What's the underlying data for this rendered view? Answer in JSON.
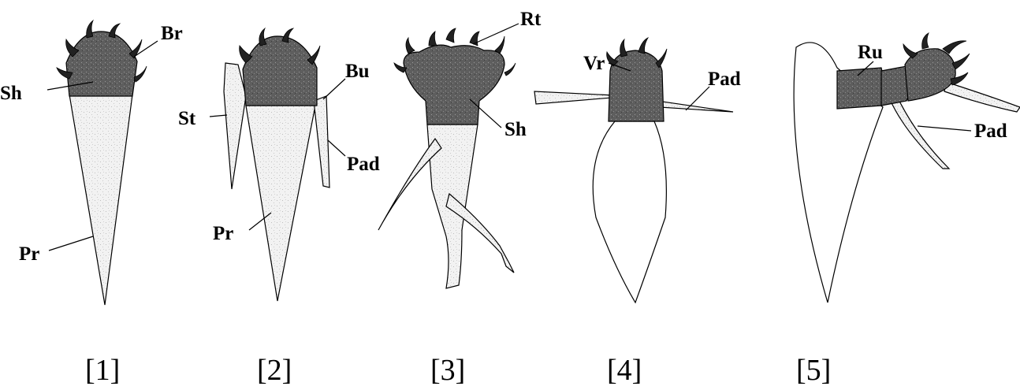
{
  "figure": {
    "panels": [
      {
        "caption": "[1]",
        "labels": [
          "Br",
          "Sh",
          "Pr"
        ]
      },
      {
        "caption": "[2]",
        "labels": [
          "Bu",
          "St",
          "Pad",
          "Pr"
        ]
      },
      {
        "caption": "[3]",
        "labels": [
          "Rt",
          "Sh"
        ]
      },
      {
        "caption": "[4]",
        "labels": [
          "Vr",
          "Pad"
        ]
      },
      {
        "caption": "[5]",
        "labels": [
          "Ru",
          "Pad"
        ]
      }
    ]
  },
  "colors": {
    "head_fill": "#6e6e6e",
    "body_fill": "#e6e6e6",
    "line": "#000000"
  }
}
